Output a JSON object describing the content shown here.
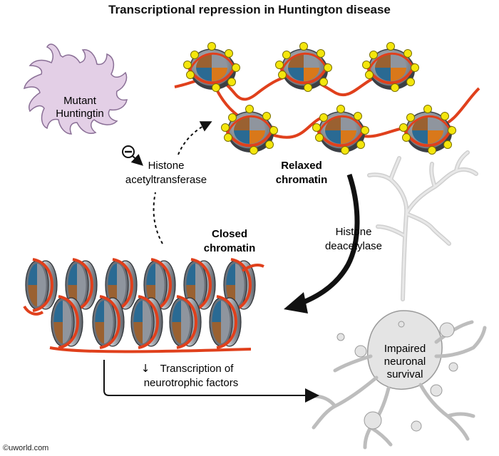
{
  "title": "Transcriptional repression in Huntington disease",
  "labels": {
    "mutant_huntingtin_line1": "Mutant",
    "mutant_huntingtin_line2": "Huntingtin",
    "histone_acetyltransferase_line1": "Histone",
    "histone_acetyltransferase_line2": "acetyltransferase",
    "relaxed_chromatin_line1": "Relaxed",
    "relaxed_chromatin_line2": "chromatin",
    "histone_deacetylase_line1": "Histone",
    "histone_deacetylase_line2": "deacetylase",
    "closed_chromatin_line1": "Closed",
    "closed_chromatin_line2": "chromatin",
    "transcription_line1": "Transcription of",
    "transcription_line2": "neurotrophic factors",
    "impaired_line1": "Impaired",
    "impaired_line2": "neuronal",
    "impaired_line3": "survival",
    "inhibition_symbol": "−",
    "decrease_arrow": "↓"
  },
  "credit": "©uworld.com",
  "colors": {
    "protein_fill": "#e3cfe6",
    "protein_stroke": "#8a6f96",
    "dna_strand": "#e0401c",
    "acetyl_group": "#f4e60c",
    "histone_blue": "#2a6a93",
    "histone_brown": "#9a6131",
    "histone_orange": "#d9781a",
    "histone_gray": "#8f959e",
    "neuron_fill": "#e4e4e4",
    "neuron_stroke": "#9a9a9a"
  }
}
